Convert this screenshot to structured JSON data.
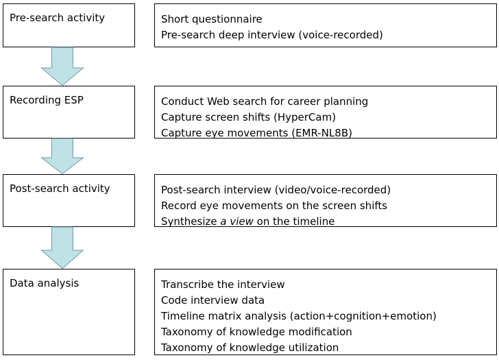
{
  "stages": [
    {
      "label": "Pre-search activity",
      "details": [
        "Short questionnaire",
        "Pre-search deep interview (voice-recorded)"
      ]
    },
    {
      "label": "Recording ESP",
      "details": [
        "Conduct Web search for career planning",
        "Capture screen shifts (HyperCam)",
        "Capture eye movements (EMR-NL8B)"
      ]
    },
    {
      "label": "Post-search activity",
      "details": [
        "Post-search interview (video/voice-recorded)",
        "Record eye movements on the screen shifts",
        "Synthesize a view on the timeline"
      ]
    },
    {
      "label": "Data analysis",
      "details": [
        "Transcribe the interview",
        "Code interview data",
        "Timeline matrix analysis (action+cognition+emotion)",
        "Taxonomy of knowledge modification",
        "Taxonomy of knowledge utilization"
      ]
    }
  ],
  "emphasis": {
    "before": "Synthesize ",
    "italic": "a view",
    "after": " on the timeline"
  },
  "colors": {
    "arrow_fill": "#bfe2e6",
    "arrow_stroke": "#6e9aa3",
    "border": "#000000"
  }
}
